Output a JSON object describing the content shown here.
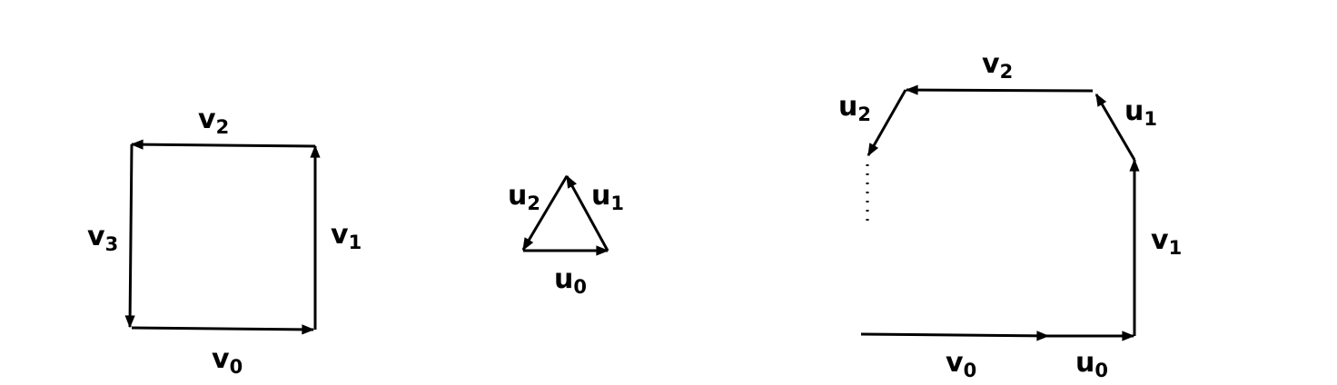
{
  "colors": {
    "ink": "#000000",
    "background": "#ffffff"
  },
  "figures": [
    {
      "id": "square",
      "edges": [
        {
          "name": "v",
          "sub": "0"
        },
        {
          "name": "v",
          "sub": "1"
        },
        {
          "name": "v",
          "sub": "2"
        },
        {
          "name": "v",
          "sub": "3"
        }
      ]
    },
    {
      "id": "triangle",
      "edges": [
        {
          "name": "u",
          "sub": "0"
        },
        {
          "name": "u",
          "sub": "1"
        },
        {
          "name": "u",
          "sub": "2"
        }
      ]
    },
    {
      "id": "open-polygon",
      "edges": [
        {
          "name": "v",
          "sub": "0"
        },
        {
          "name": "u",
          "sub": "0"
        },
        {
          "name": "v",
          "sub": "1"
        },
        {
          "name": "u",
          "sub": "1"
        },
        {
          "name": "v",
          "sub": "2"
        },
        {
          "name": "u",
          "sub": "2"
        }
      ]
    }
  ]
}
